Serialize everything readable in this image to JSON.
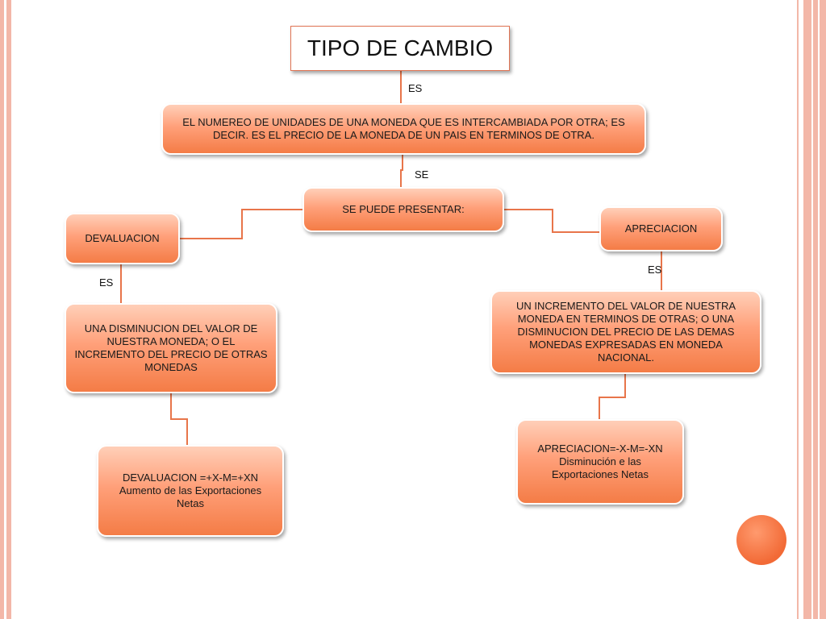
{
  "title": "TIPO DE CAMBIO",
  "nodes": {
    "definition": "EL NUMEREO DE UNIDADES DE UNA MONEDA QUE ES INTERCAMBIADA POR OTRA; ES DECIR. ES EL PRECIO DE LA MONEDA DE UN PAIS EN TERMINOS DE OTRA.",
    "can_present": "SE PUEDE PRESENTAR:",
    "devaluation": "DEVALUACION",
    "appreciation": "APRECIACION",
    "devaluation_def": "UNA DISMINUCION DEL VALOR DE NUESTRA MONEDA; O EL INCREMENTO DEL PRECIO DE OTRAS MONEDAS",
    "appreciation_def": "UN INCREMENTO DEL VALOR DE NUESTRA MONEDA EN TERMINOS DE OTRAS; O UNA DISMINUCION DEL PRECIO DE LAS DEMAS MONEDAS EXPRESADAS EN MONEDA NACIONAL.",
    "devaluation_effect": "DEVALUACION =+X-M=+XN Aumento de las Exportaciones Netas",
    "appreciation_effect": "APRECIACION=-X-M=-XN Disminución e las Exportaciones Netas"
  },
  "labels": {
    "title_to_def": "ES",
    "def_to_present": "SE",
    "devaluation_es": "ES",
    "appreciation_es": "ES"
  },
  "colors": {
    "node_fill": "#f47c46",
    "connector": "#e8754a",
    "accent_frame": "#f3b7a8"
  }
}
